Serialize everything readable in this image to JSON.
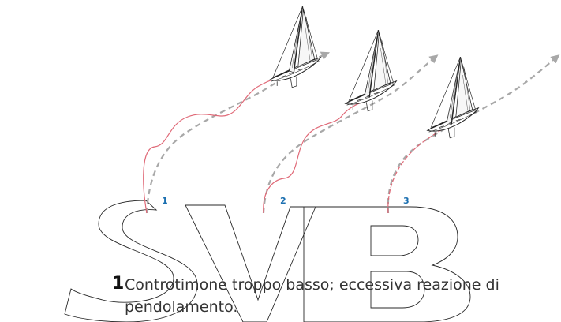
{
  "callouts": [
    "1",
    "2",
    "3"
  ],
  "caption": {
    "number": "1",
    "text": "Controtimone troppo basso; eccessiva reazione di pendolamento."
  },
  "watermark_text": "SVB",
  "colors": {
    "actual_track": "#e06a78",
    "planned_course": "#a8a8a8",
    "callout": "#1b6fb0",
    "boat": "#222222",
    "watermark": "#2a2a2a"
  }
}
